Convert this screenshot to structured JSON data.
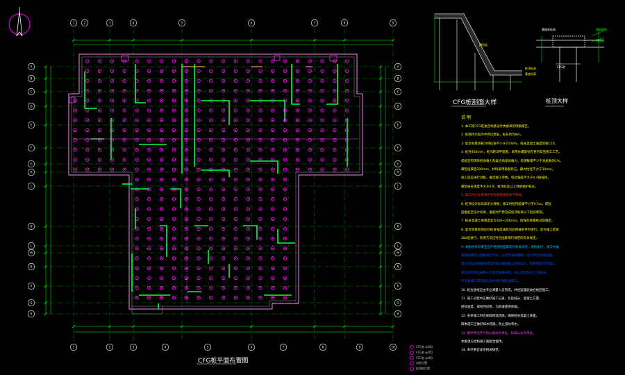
{
  "plan": {
    "title": "CFG桩平面布置图",
    "top_labels": [
      "1",
      "2",
      "3",
      "4",
      "5",
      "6",
      "7",
      "8",
      "9"
    ],
    "bottom_labels": [
      "1",
      "2",
      "3",
      "4",
      "5",
      "6",
      "7",
      "8",
      "9",
      "10"
    ],
    "left_labels": [
      "A",
      "B",
      "C",
      "D",
      "E",
      "F",
      "G",
      "H",
      "J",
      "K",
      "L",
      "M",
      "N",
      "P",
      "Q",
      "R"
    ],
    "right_labels": [
      "A",
      "B",
      "C",
      "D",
      "E",
      "F",
      "G",
      "H",
      "J",
      "K",
      "L",
      "M",
      "N",
      "P",
      "Q",
      "R"
    ]
  },
  "details": {
    "section_title": "CFG桩剖面大样",
    "cap_title": "桩顶大样",
    "notes_heading": "说 明"
  },
  "notes": [
    {
      "text": "1. 本工程CFG桩复合地基设计依据详见地勘报告。",
      "color": "#ffff00"
    },
    {
      "text": "2. 桩端持力层为中风化岩层，桩长约为8m。",
      "color": "#ffff00"
    },
    {
      "text": "3. 复合地基承载力特征值不小于250kPa，桩身混凝土强度等级C20。",
      "color": "#ffff00"
    },
    {
      "text": "4. 桩径400mm，桩间距详平面图，采用长螺旋钻孔管内泵压施工工艺。",
      "color": "#ffff00"
    },
    {
      "text": "   成桩后检测单桩承载力及复合地基承载力，检测数量不少于总桩数的1%。",
      "color": "#ffff00"
    },
    {
      "text": "   褥垫层厚度200mm，材料采用级配砂石，最大粒径不大于30mm。",
      "color": "#ffff00"
    },
    {
      "text": "   施工前应进行试桩，确定施工参数，桩位偏差不大于0.4倍桩径。",
      "color": "#ffff00"
    },
    {
      "text": "   褥垫层夯填度不大于0.9，桩顶标高以上预留保护桩长。",
      "color": "#ffff00"
    },
    {
      "text": "5. 施工时应注意保护邻近建筑物及地下管线。",
      "color": "#ff3030"
    },
    {
      "text": "6. 桩顶设计标高详见大样图，施工时桩顶超灌不小于0.5m，成桩",
      "color": "#ffff00"
    },
    {
      "text": "   后截桩至设计标高，截桩时严禁造成桩顶标高以下桩身断裂。",
      "color": "#ffff00"
    },
    {
      "text": "7. 桩身混凝土坍落度宜为160~200mm，粉煤灰掺量经试验确定。",
      "color": "#ffff00"
    },
    {
      "text": "8. 复合地基检测应在桩身强度满足试验荷载条件时进行，宜在施工结束",
      "color": "#ffff00"
    },
    {
      "text": "   28d后进行，检测方法应符合国家现行规范的有关规定。",
      "color": "#ffff00"
    },
    {
      "text": "9. 本图中未尽事宜应严格按照国家现行有关规范、规程执行，施工中如",
      "color": "#00c0ff"
    },
    {
      "text": "   遇地质情况与勘察报告不符，应及时通知勘察、设计单位协商处理。",
      "color": "#0050ff"
    },
    {
      "text": "   施工单位应根据现场实际情况编制施工组织设计，经审批后方可施工。",
      "color": "#0050ff"
    },
    {
      "text": "   基坑开挖时应采用人工配合机械开挖，防止扰动桩间土及桩身。",
      "color": "#0050ff"
    },
    {
      "text": "   CFG桩施工完毕后应及时进行褥垫层施工。",
      "color": "#0050ff"
    },
    {
      "text": "10. 桩位放线应由专业测量人员完成，并经监理验收合格后施工。",
      "color": "#ffffff"
    },
    {
      "text": "11. 施工过程中应做好施工记录，包括桩长、混凝土方量、",
      "color": "#ffffff"
    },
    {
      "text": "    提钻速度、成桩时间等，为验收提供依据。",
      "color": "#ffffff"
    },
    {
      "text": "12. 冬季施工时应采取保温措施，确保桩身混凝土质量。",
      "color": "#ffffff"
    },
    {
      "text": "    雨季施工应做好排水措施，防止基坑积水。",
      "color": "#ffffff"
    },
    {
      "text": "13. 图中所注尺寸均以毫米为单位，标高以米为单位。",
      "color": "#ff40ff"
    },
    {
      "text": "    本图须与结构施工图配合使用。",
      "color": "#ffffff"
    },
    {
      "text": "14. 未尽事宜详见相关规范。",
      "color": "#ffffff"
    }
  ],
  "legend": [
    {
      "label": "CFG桩 φ400"
    },
    {
      "label": "CFG桩 φ400"
    },
    {
      "label": "CFG桩 φ400"
    },
    {
      "label": "试桩位置"
    },
    {
      "label": "检测桩位置"
    }
  ],
  "colors": {
    "background": "#000000",
    "axis_line": "#00ff00",
    "pile": "#ff00ff",
    "wall": "#00ff40",
    "dimension": "#00ff00",
    "bubble": "#ffffff",
    "note_primary": "#ffff00"
  }
}
